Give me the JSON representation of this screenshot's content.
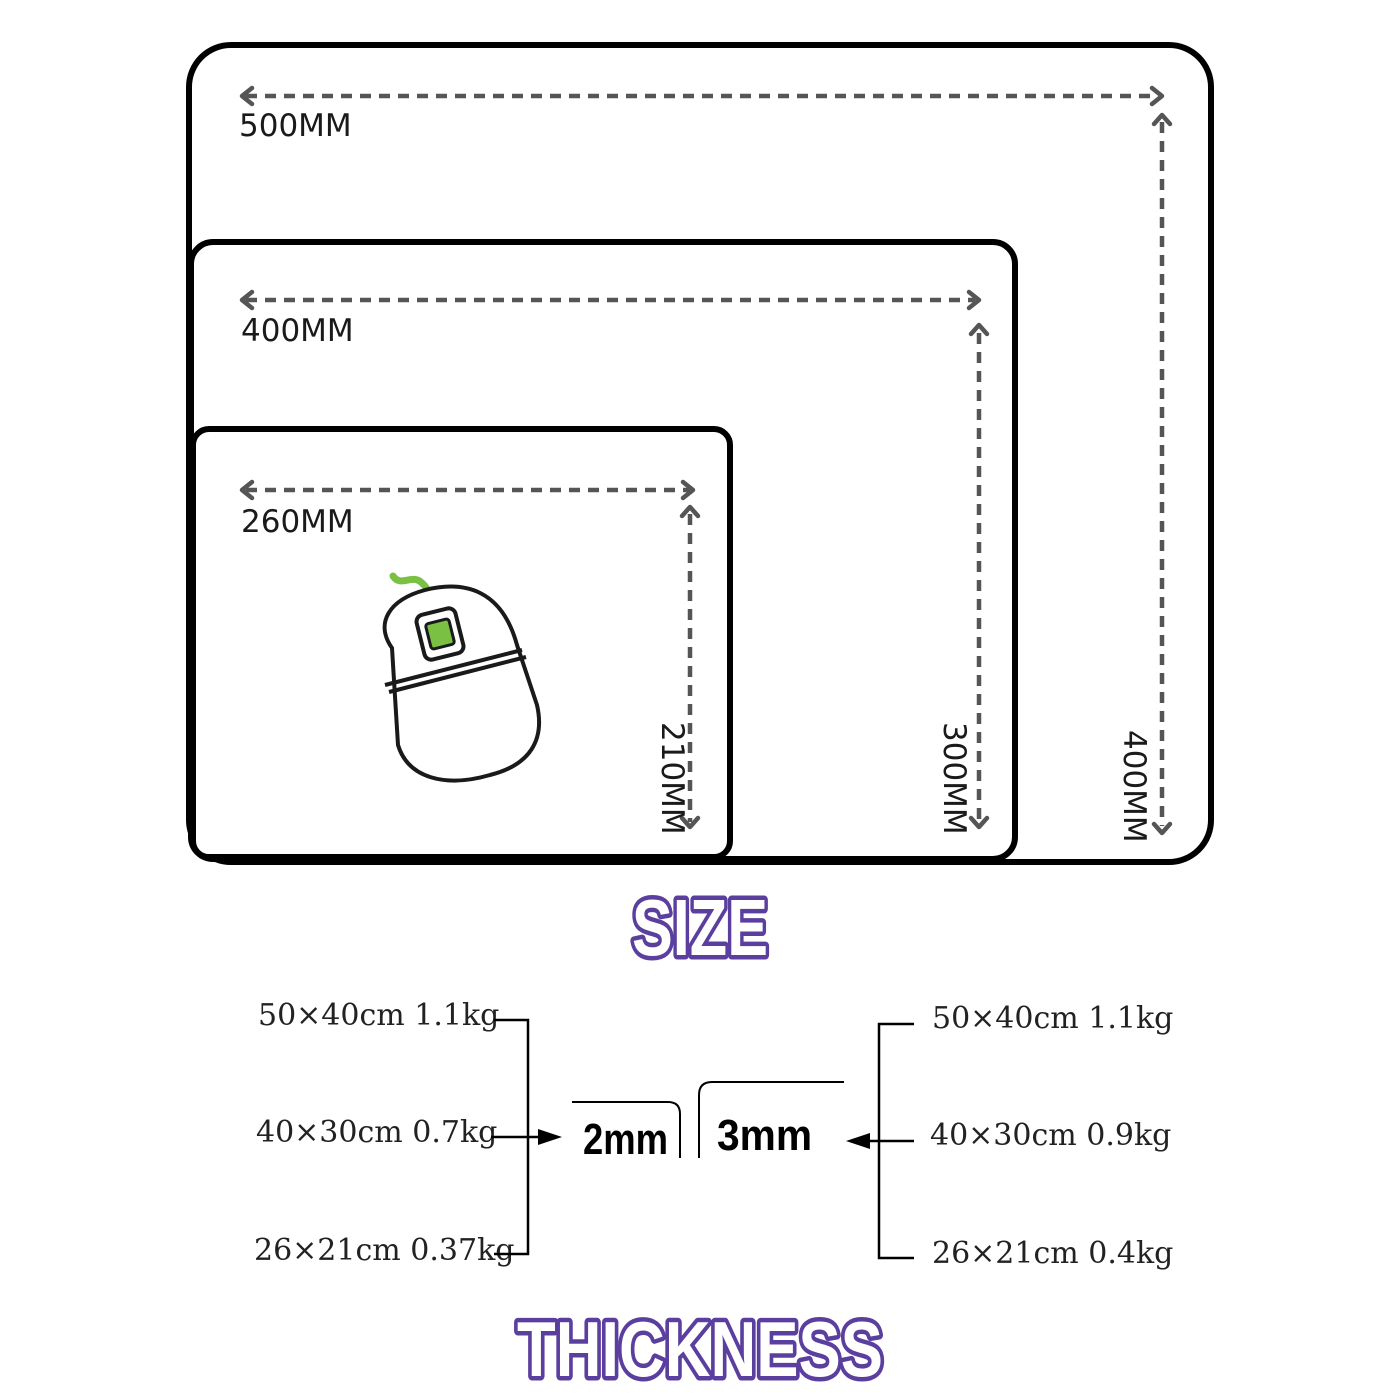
{
  "size_section": {
    "heading": "SIZE",
    "pads": [
      {
        "width_label": "500MM",
        "height_label": "400MM"
      },
      {
        "width_label": "400MM",
        "height_label": "300MM"
      },
      {
        "width_label": "260MM",
        "height_label": "210MM"
      }
    ],
    "mouse_icon": "mouse-icon"
  },
  "thickness_section": {
    "heading": "THICKNESS",
    "thin": {
      "label": "2mm",
      "specs": [
        "50×40cm 1.1kg",
        "40×30cm 0.7kg",
        "26×21cm 0.37kg"
      ]
    },
    "thick": {
      "label": "3mm",
      "specs": [
        "50×40cm 1.1kg",
        "40×30cm 0.9kg",
        "26×21cm 0.4kg"
      ]
    }
  },
  "colors": {
    "heading_outline": "#5b3f9e",
    "mouse_accent": "#7ac143",
    "dimension_lines": "#555555"
  }
}
